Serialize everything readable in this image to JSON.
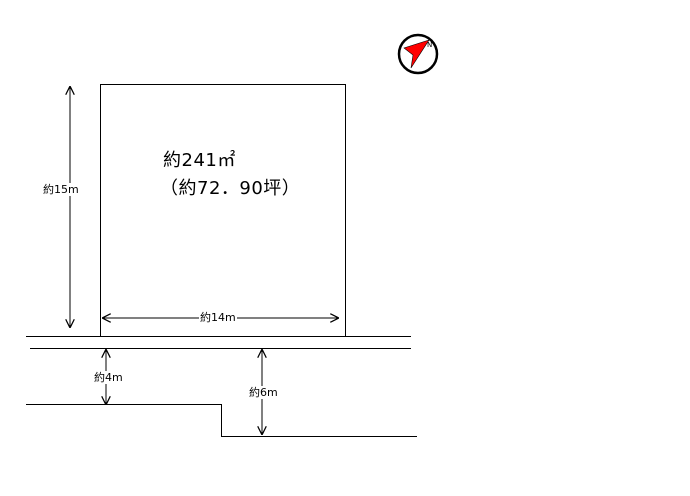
{
  "lot": {
    "area_sqm": "約241㎡",
    "area_tsubo": "（約72．90坪）"
  },
  "dimensions": {
    "height": "約15m",
    "width": "約14m",
    "road_left": "約4m",
    "road_right": "約6m"
  },
  "compass": {
    "icon": "north-arrow-icon",
    "accent_color": "#ff0000"
  }
}
